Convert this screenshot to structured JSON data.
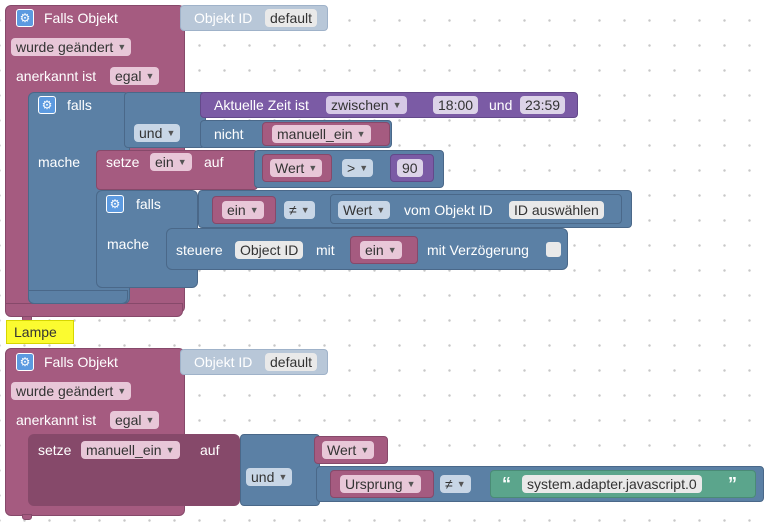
{
  "trigger1": {
    "title": "Falls Objekt",
    "object_id_label": "Objekt ID",
    "object_id_value": "default",
    "changed_select": "wurde geändert",
    "ack_label": "anerkannt ist",
    "ack_select": "egal"
  },
  "if1": {
    "falls": "falls",
    "mache": "mache",
    "time_label": "Aktuelle Zeit ist",
    "time_op": "zwischen",
    "time_from": "18:00",
    "time_and": "und",
    "time_to": "23:59",
    "and_select": "und",
    "not_label": "nicht",
    "var_manual": "manuell_ein"
  },
  "set1": {
    "setze": "setze",
    "var": "ein",
    "auf": "auf",
    "wert_select": "Wert",
    "compare_op": ">",
    "number": "90"
  },
  "if2": {
    "falls": "falls",
    "mache": "mache",
    "var": "ein",
    "neq_op": "≠",
    "wert_select": "Wert",
    "from_obj_label": "vom Objekt ID",
    "id_field": "ID auswählen",
    "control_label": "steuere",
    "control_field": "Object ID",
    "mit_label": "mit",
    "control_var": "ein",
    "delay_label": "mit Verzögerung"
  },
  "comment": {
    "text": "Lampe"
  },
  "trigger2": {
    "title": "Falls Objekt",
    "object_id_label": "Objekt ID",
    "object_id_value": "default",
    "changed_select": "wurde geändert",
    "ack_label": "anerkannt ist",
    "ack_select": "egal"
  },
  "set2": {
    "setze": "setze",
    "var": "manuell_ein",
    "auf": "auf",
    "wert_select": "Wert",
    "and_select": "und",
    "origin_select": "Ursprung",
    "neq_op": "≠",
    "string_value": "system.adapter.javascript.0",
    "open_quote": "“",
    "close_quote": "”"
  },
  "colors": {
    "trigger": "#a55b80",
    "control": "#5b80a5",
    "time": "#7b5ba5",
    "object_id": "#b8c7d8",
    "comment": "#fbfb30"
  },
  "icons": {
    "gear": "gear-icon",
    "dropdown": "chevron-down-icon"
  }
}
